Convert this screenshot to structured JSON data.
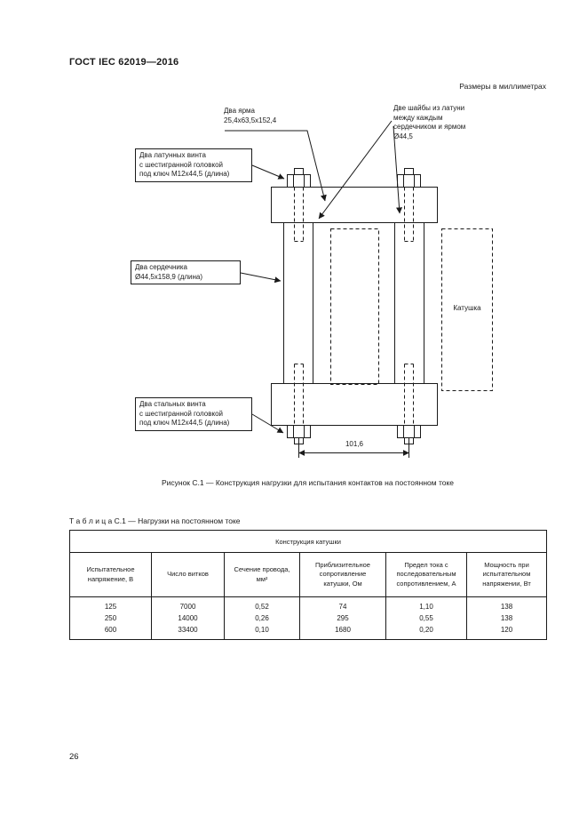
{
  "page": {
    "header": "ГОСТ IEC 62019—2016",
    "dimensions_note": "Размеры в миллиметрах",
    "page_number": "26"
  },
  "figure": {
    "labels": {
      "yokes": "Два ярма\n25,4х63,5х152,4",
      "washers": "Две шайбы из латуни\nмежду каждым\nсердечником и ярмом\nØ44,5",
      "brass_screws": "Два латунных винта\nс шестигранной головкой\nпод ключ М12х44,5 (длина)",
      "cores": "Два сердечника\nØ44,5х158,9 (длина)",
      "steel_screws": "Два стальных винта\nс шестигранной головкой\nпод ключ М12х44,5 (длина)",
      "coil": "Катушка",
      "dimension": "101,6"
    },
    "caption": "Рисунок С.1 — Конструкция нагрузки для испытания контактов на постоянном токе"
  },
  "table": {
    "title": "Т а б л и ц а  С.1 — Нагрузки на постоянном токе",
    "group_header": "Конструкция катушки",
    "columns": [
      "Испытательное\nнапряжение, В",
      "Число витков",
      "Сечение провода,\nмм²",
      "Приблизительное\nсопротивление\nкатушки, Ом",
      "Предел тока с\nпоследовательным\nсопротивлением, А",
      "Мощность при\nиспытательном\nнапряжении, Вт"
    ],
    "rows": [
      [
        "125",
        "7000",
        "0,52",
        "74",
        "1,10",
        "138"
      ],
      [
        "250",
        "14000",
        "0,26",
        "295",
        "0,55",
        "138"
      ],
      [
        "600",
        "33400",
        "0,10",
        "1680",
        "0,20",
        "120"
      ]
    ]
  }
}
